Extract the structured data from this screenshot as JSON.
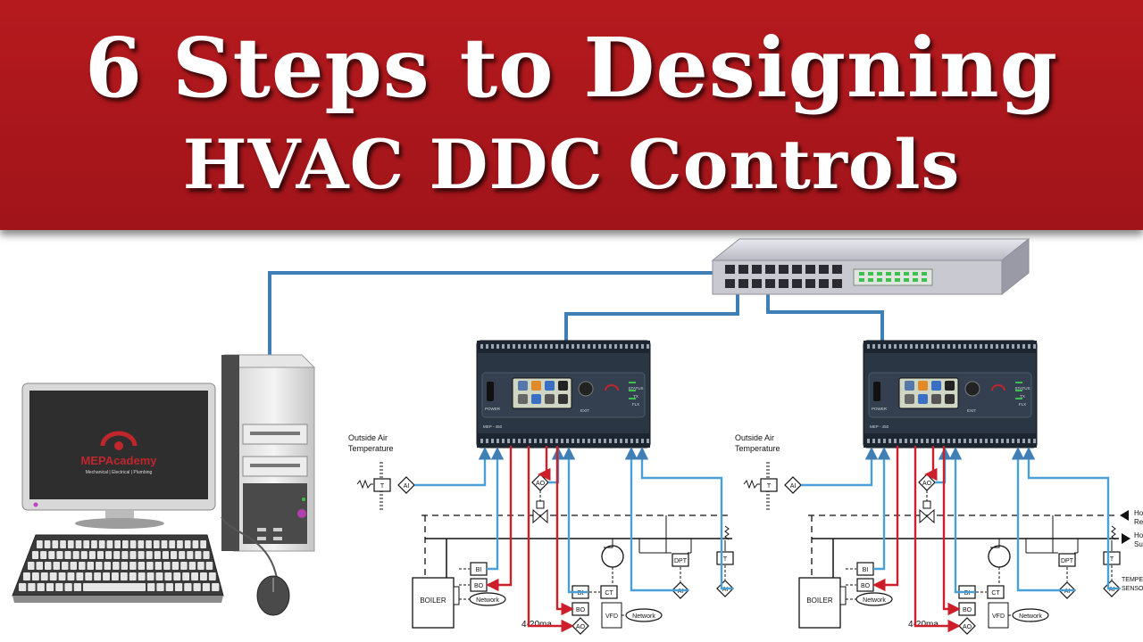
{
  "banner": {
    "line1": "6 Steps to Designing",
    "line2": "HVAC DDC Controls",
    "color": "#b51a1e"
  },
  "computer": {
    "logo_name": "MEPAcademy",
    "logo_tagline": "Mechanical | Electrical | Plumbing"
  },
  "controllers": [
    {
      "model": "MEP - 450",
      "power_label": "POWER",
      "exit_label": "EXIT",
      "status_labels": [
        "STATUS",
        "TX",
        "FLX"
      ],
      "outside_air_label": [
        "Outside Air",
        "Temperature"
      ],
      "boiler_label": "BOILER",
      "signal_label": "4-20ma",
      "points": [
        "T",
        "AI",
        "AO",
        "BI",
        "BO",
        "Network",
        "BI",
        "CT",
        "BO",
        "VFD",
        "Network",
        "AO",
        "DPT",
        "AI",
        "T",
        "AI"
      ]
    },
    {
      "model": "MEP - 450",
      "power_label": "POWER",
      "exit_label": "EXIT",
      "status_labels": [
        "STATUS",
        "TX",
        "FLX"
      ],
      "outside_air_label": [
        "Outside Air",
        "Temperature"
      ],
      "boiler_label": "BOILER",
      "signal_label": "4-20ma",
      "points": [
        "T",
        "AI",
        "AO",
        "BI",
        "BO",
        "Network",
        "BI",
        "CT",
        "BO",
        "VFD",
        "Network",
        "AO",
        "DPT",
        "AI",
        "T",
        "AI"
      ],
      "edge_labels": [
        "Ho",
        "Re",
        "Ho",
        "Su",
        "TEMPE",
        "SENSO"
      ]
    }
  ],
  "colors": {
    "network": "#3f7fb5",
    "supply": "#cc1f2a",
    "return": "#4a9fd6"
  }
}
